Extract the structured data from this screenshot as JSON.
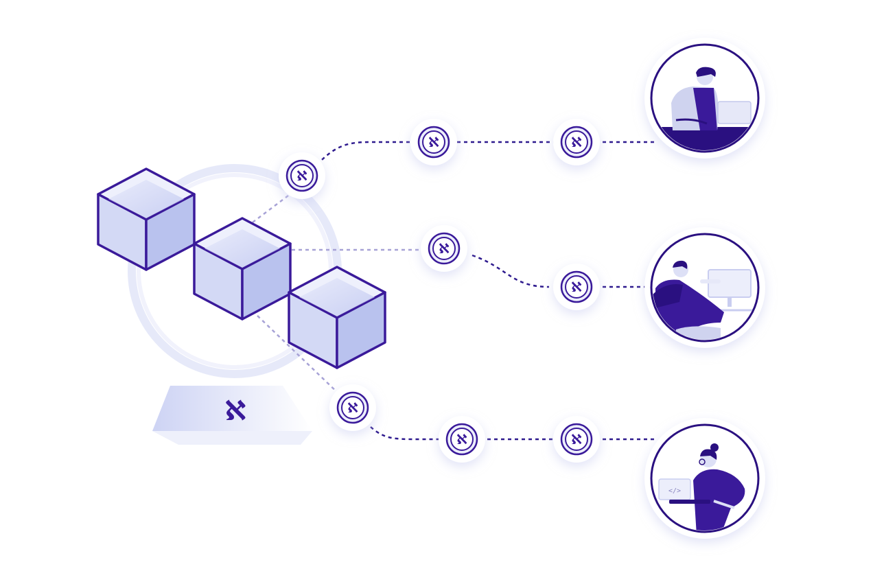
{
  "logo": {
    "glyph": "ℵ",
    "icon": "x-logo-icon"
  },
  "colors": {
    "primary": "#3a1a9a",
    "dark": "#2a1080",
    "light_fill": "#dfe3f8",
    "mid_fill": "#c4cbf0",
    "ring": "#e3e6f8",
    "shadow": "#e8eaf8",
    "path": "#2e1a8e",
    "faint_path": "#9a94cc"
  },
  "diagram": {
    "hub": {
      "blocks": 3,
      "icon": "blockchain-cubes-icon"
    },
    "users": [
      {
        "name": "user-laptop-man",
        "icon": "man-with-laptop-icon"
      },
      {
        "name": "user-desktop-man",
        "icon": "man-at-desktop-icon"
      },
      {
        "name": "user-laptop-woman",
        "icon": "woman-coding-on-laptop-icon"
      }
    ],
    "token_icon": "x-token-icon"
  }
}
